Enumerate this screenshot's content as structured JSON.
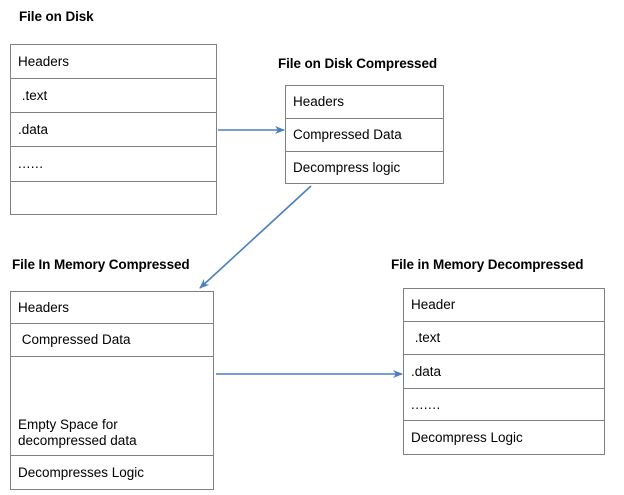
{
  "diagram": {
    "title_text_color": "#000000",
    "box_border_color": "#808080",
    "arrow_color": "#4a7ebc",
    "groups": [
      {
        "key": "file_on_disk",
        "title": "File on Disk",
        "rows": [
          {
            "label": "Headers"
          },
          {
            "label": " .text"
          },
          {
            "label": ".data"
          },
          {
            "label": "......"
          },
          {
            "label": ""
          }
        ]
      },
      {
        "key": "file_on_disk_compressed",
        "title": "File on Disk Compressed",
        "rows": [
          {
            "label": "Headers"
          },
          {
            "label": "Compressed Data"
          },
          {
            "label": "Decompress logic"
          }
        ]
      },
      {
        "key": "file_in_memory_compressed",
        "title": "File In Memory Compressed",
        "rows": [
          {
            "label": "Headers"
          },
          {
            "label": " Compressed Data"
          },
          {
            "label": "Empty Space for\ndecompressed data"
          },
          {
            "label": "Decompresses Logic"
          }
        ]
      },
      {
        "key": "file_in_memory_decompressed",
        "title": "File in Memory Decompressed",
        "rows": [
          {
            "label": "Header"
          },
          {
            "label": " .text"
          },
          {
            "label": ".data"
          },
          {
            "label": "......."
          },
          {
            "label": "Decompress Logic"
          }
        ]
      }
    ],
    "arrows": [
      {
        "key": "disk-to-disk-compressed",
        "from": "File on Disk",
        "to": "File on Disk Compressed"
      },
      {
        "key": "disk-compressed-to-memory-compressed",
        "from": "File on Disk Compressed",
        "to": "File In Memory Compressed"
      },
      {
        "key": "memory-compressed-to-memory-decompressed",
        "from": "File In Memory Compressed",
        "to": "File in Memory Decompressed"
      }
    ]
  }
}
